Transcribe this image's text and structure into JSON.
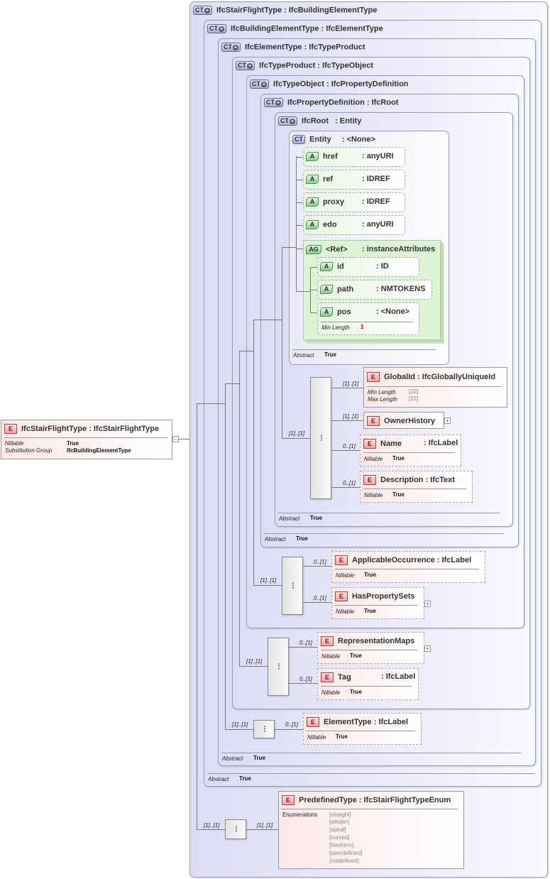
{
  "root": {
    "name": "IfcStairFlightType",
    "type": ": IfcStairFlightType",
    "props": [
      {
        "k": "Nillable",
        "v": "True"
      },
      {
        "k": "Substitution Group",
        "v": "IfcBuildingElementType"
      }
    ]
  },
  "badges": {
    "ct": "CT",
    "a": "A",
    "ag": "AG",
    "e": "E"
  },
  "types": [
    {
      "name": "IfcStairFlightType",
      "base": ": IfcBuildingElementType"
    },
    {
      "name": "IfcBuildingElementType",
      "base": ": IfcElementType"
    },
    {
      "name": "IfcElementType",
      "base": ": IfcTypeProduct"
    },
    {
      "name": "IfcTypeProduct",
      "base": ": IfcTypeObject"
    },
    {
      "name": "IfcTypeObject",
      "base": ": IfcPropertyDefinition"
    },
    {
      "name": "IfcPropertyDefinition",
      "base": ": IfcRoot"
    },
    {
      "name": "IfcRoot",
      "base": ": Entity"
    }
  ],
  "entity": {
    "name": "Entity",
    "base": ": <None>"
  },
  "attributes": [
    {
      "name": "href",
      "type": ": anyURI"
    },
    {
      "name": "ref",
      "type": ": IDREF"
    },
    {
      "name": "proxy",
      "type": ": IDREF"
    },
    {
      "name": "edo",
      "type": ": anyURI"
    }
  ],
  "attr_group": {
    "name": "<Ref>",
    "type": ": instanceAttributes",
    "attrs": [
      {
        "name": "id",
        "type": ": ID"
      },
      {
        "name": "path",
        "type": ": NMTOKENS"
      },
      {
        "name": "pos",
        "type": ": <None>",
        "facet": "Min Length",
        "facet_val": "1"
      }
    ]
  },
  "abstract": {
    "label": "Abstract",
    "value": "True"
  },
  "nillable": {
    "label": "Nillable",
    "value": "True"
  },
  "root_elems": [
    {
      "name": "GlobalId",
      "type": ": IfcGloballyUniqueId",
      "facets": [
        {
          "k": "Min Length",
          "v": "[22]"
        },
        {
          "k": "Max Length",
          "v": "[22]"
        }
      ]
    },
    {
      "name": "OwnerHistory",
      "type": ""
    },
    {
      "name": "Name",
      "type": ": IfcLabel"
    },
    {
      "name": "Description",
      "type": ": IfcText"
    }
  ],
  "typeobject_elems": [
    {
      "name": "ApplicableOccurrence",
      "type": ": IfcLabel"
    },
    {
      "name": "HasPropertySets",
      "type": ""
    }
  ],
  "typeproduct_elems": [
    {
      "name": "RepresentationMaps",
      "type": ""
    },
    {
      "name": "Tag",
      "type": ": IfcLabel"
    }
  ],
  "elementtype_elem": {
    "name": "ElementType",
    "type": ": IfcLabel"
  },
  "predefined": {
    "name": "PredefinedType",
    "type": ": IfcStairFlightTypeEnum",
    "enum_label": "Enumerations",
    "values": [
      "[straight]",
      "[winder]",
      "[spiral]",
      "[curved]",
      "[freeform]",
      "[userdefined]",
      "[notdefined]"
    ]
  },
  "mult": {
    "one": "[1]..[1]",
    "zero": "0..[1]"
  }
}
